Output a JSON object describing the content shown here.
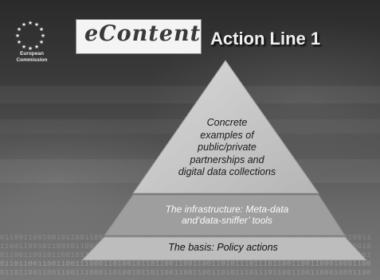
{
  "eu": {
    "caption_line1": "European",
    "caption_line2": "Commission"
  },
  "logo": {
    "econtent_text": "eContent"
  },
  "header": {
    "title": "Action Line 1"
  },
  "pyramid": {
    "top_line1": "Concrete",
    "top_line2": "examples of",
    "top_line3": "public/private",
    "top_line4": "partnerships and",
    "top_line5": "digital data collections",
    "middle_line1": "The infrastructure: Meta-data",
    "middle_line2": "and‘data-sniffer’ tools",
    "base_label": "The basis: Policy actions"
  },
  "background": {
    "binary_a": "0110011001001011001100110101001100011100101100101001100101010010110011001010011",
    "binary_b": "1100110010110010110011001010110011010011001011001010011001100101100101100110010",
    "binary_c": "0110011001011001011001100101001101100110010101001011001100101100110010110011001",
    "binary_d": "0110110011001100111000110100101101100110011001101011101110110011001100010001100",
    "binary_e": "0110110011001100111000110100101101100110011001101011101110110011001100010001100"
  },
  "colors": {
    "pyramid_top": "#c8c8c8",
    "pyramid_middle": "#9a9a9a",
    "pyramid_base": "#b9b9b9"
  }
}
